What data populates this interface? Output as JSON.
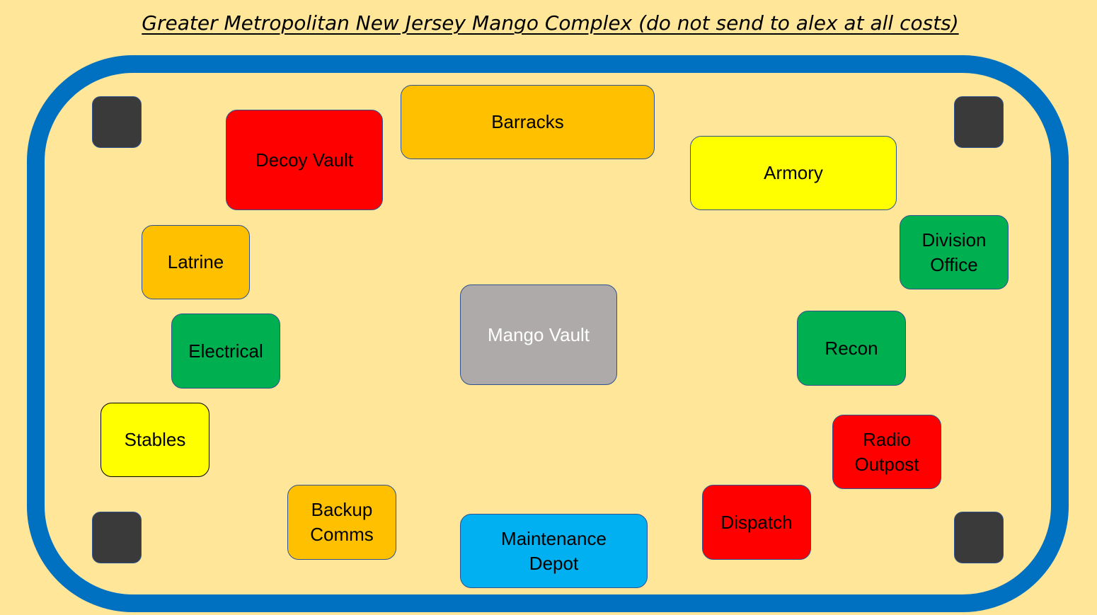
{
  "title": "Greater Metropolitan New Jersey Mango Complex (do not send to alex at all costs)",
  "buildings": {
    "barracks": "Barracks",
    "decoy_vault": "Decoy Vault",
    "armory": "Armory",
    "latrine": "Latrine",
    "division_office": "Division\nOffice",
    "mango_vault": "Mango Vault",
    "electrical": "Electrical",
    "recon": "Recon",
    "stables": "Stables",
    "radio_outpost": "Radio\nOutpost",
    "backup_comms": "Backup\nComms",
    "maintenance_depot": "Maintenance\nDepot",
    "dispatch": "Dispatch"
  },
  "colors": {
    "background": "#FFE699",
    "wall": "#0070C0",
    "tower": "#3A3A3A",
    "orange": "#FFC000",
    "red": "#FF0000",
    "yellow": "#FFFF00",
    "green": "#00B050",
    "gray": "#AEAAAA",
    "blue": "#00B0F0"
  }
}
